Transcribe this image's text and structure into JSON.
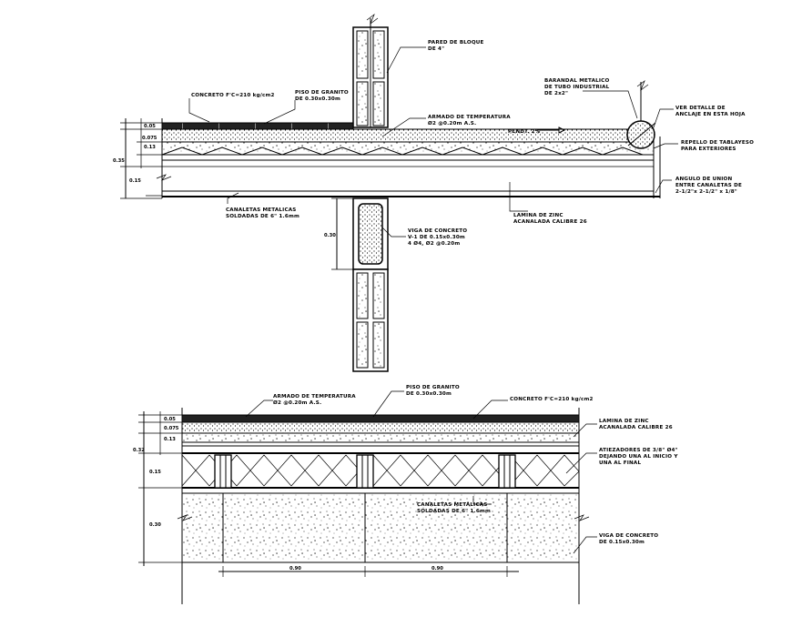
{
  "upper_section": {
    "labels": {
      "wall": [
        "PARED DE BLOQUE",
        "DE 4\""
      ],
      "concrete": [
        "CONCRETO F'C=210 kg/cm2"
      ],
      "tile": [
        "PISO DE GRANITO",
        "DE 0.30x0.30m"
      ],
      "temp_reinf": [
        "ARMADO DE TEMPERATURA",
        "Ø2 @0.20m A.S."
      ],
      "railing": [
        "BARANDAL METALICO",
        "DE TUBO INDUSTRIAL",
        "DE 2x2\""
      ],
      "detail_ref": [
        "VER DETALLE DE",
        "ANCLAJE EN ESTA HOJA"
      ],
      "slope": [
        "PENDT. 2%"
      ],
      "render": [
        "REPELLO DE TABLAYESO",
        "PARA EXTERIORES"
      ],
      "angle": [
        "ANGULO DE UNION",
        "ENTRE CANALETAS DE",
        "2-1/2\"x 2-1/2\" x 1/8\""
      ],
      "zinc": [
        "LAMINA DE ZINC",
        "ACANALADA CALIBRE 26"
      ],
      "channels": [
        "CANALETAS METALICAS",
        "SOLDADAS DE 6\" 1.6mm"
      ],
      "beam": [
        "VIGA DE CONCRETO",
        "V-1 DE 0.15x0.30m",
        "4 Ø4, Ø2 @0.20m"
      ]
    },
    "dims": [
      "0.05",
      "0.075",
      "0.13",
      "0.35",
      "0.15",
      "0.30"
    ]
  },
  "lower_section": {
    "labels": {
      "temp_reinf": [
        "ARMADO DE TEMPERATURA",
        "Ø2 @0.20m A.S."
      ],
      "tile": [
        "PISO DE GRANITO",
        "DE 0.30x0.30m"
      ],
      "concrete": [
        "CONCRETO F'C=210 kg/cm2"
      ],
      "zinc": [
        "LAMINA DE ZINC",
        "ACANALADA CALIBRE 26"
      ],
      "stiffeners": [
        "ATIEZADORES DE 3/8\" Ø4\"",
        "DEJANDO UNA AL INICIO Y",
        "UNA AL FINAL"
      ],
      "channels": [
        "CANALETAS METALICAS",
        "SOLDADAS DE 6\" 1.6mm"
      ],
      "beam": [
        "VIGA DE CONCRETO",
        "DE 0.15x0.30m"
      ]
    },
    "dims": [
      "0.05",
      "0.075",
      "0.13",
      "0.32",
      "0.15",
      "0.30"
    ],
    "spans": [
      "0.90",
      "0.90"
    ]
  }
}
